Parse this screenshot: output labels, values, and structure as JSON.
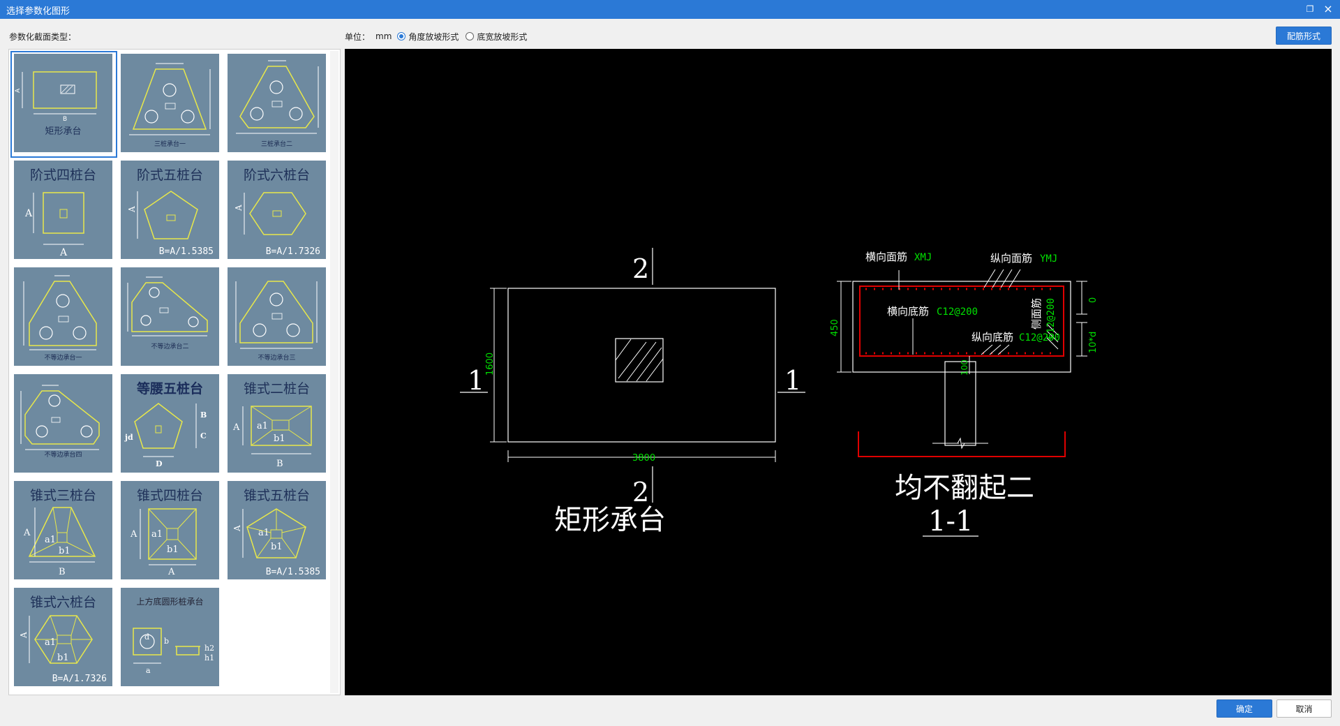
{
  "window": {
    "title": "选择参数化图形"
  },
  "left": {
    "section_label": "参数化截面类型："
  },
  "unitbar": {
    "label": "单位：",
    "value": "mm",
    "options": [
      {
        "label": "角度放坡形式",
        "checked": true
      },
      {
        "label": "底宽放坡形式",
        "checked": false
      }
    ]
  },
  "buttons": {
    "rebar_form": "配筋形式",
    "ok": "确定",
    "cancel": "取消"
  },
  "thumbnails": [
    {
      "title": "",
      "bottom": "矩形承台",
      "selected": true
    },
    {
      "title": "",
      "bottom": "三桩承台一"
    },
    {
      "title": "",
      "bottom": "三桩承台二"
    },
    {
      "title": "阶式四桩台",
      "dims": [
        "A",
        "A"
      ]
    },
    {
      "title": "阶式五桩台",
      "dims": [
        "A",
        "B=A/1.5385"
      ]
    },
    {
      "title": "阶式六桩台",
      "dims": [
        "A",
        "B=A/1.7326"
      ]
    },
    {
      "title": "",
      "bottom": "不等边承台一"
    },
    {
      "title": "",
      "bottom": "不等边承台二"
    },
    {
      "title": "",
      "bottom": "不等边承台三"
    },
    {
      "title": "",
      "bottom": "不等边承台四"
    },
    {
      "title": "等腰五桩台",
      "dims": [
        "B",
        "C",
        "jd",
        "D"
      ]
    },
    {
      "title": "锥式二桩台",
      "dims": [
        "A",
        "a1",
        "b1",
        "B"
      ]
    },
    {
      "title": "锥式三桩台",
      "dims": [
        "A",
        "a1",
        "b1",
        "B"
      ]
    },
    {
      "title": "锥式四桩台",
      "dims": [
        "A",
        "a1",
        "b1",
        "A"
      ]
    },
    {
      "title": "锥式五桩台",
      "dims": [
        "A",
        "a1",
        "b1",
        "B=A/1.5385"
      ]
    },
    {
      "title": "锥式六桩台",
      "dims": [
        "A",
        "a1",
        "b1",
        "B=A/1.7326"
      ]
    },
    {
      "title": "上方底圆形桩承台",
      "dims": [
        "d",
        "b",
        "a",
        "h2",
        "h1"
      ]
    }
  ],
  "preview": {
    "plan": {
      "title": "矩形承台",
      "section_mark_top": "2",
      "section_mark_bottom": "2",
      "section_mark_left": "1",
      "section_mark_right": "1",
      "dim_height": "1600",
      "dim_width": "3800"
    },
    "section": {
      "title": "均不翻起二",
      "section_name": "1-1",
      "label_top_transverse": "横向面筋",
      "label_top_transverse_val": "XMJ",
      "label_top_longitudinal": "纵向面筋",
      "label_top_longitudinal_val": "YMJ",
      "label_bottom_transverse": "横向底筋",
      "label_bottom_transverse_val": "C12@200",
      "label_bottom_longitudinal": "纵向底筋",
      "label_bottom_longitudinal_val": "C12@200",
      "label_side": "侧面筋",
      "label_side_val": "C12@200",
      "dim_height": "450",
      "dim_cover": "100",
      "dim_right_top": "0",
      "dim_right_bottom": "10*d"
    },
    "colors": {
      "white": "#ffffff",
      "green": "#00e000",
      "red": "#e00000",
      "yellow": "#d9d94a"
    }
  }
}
